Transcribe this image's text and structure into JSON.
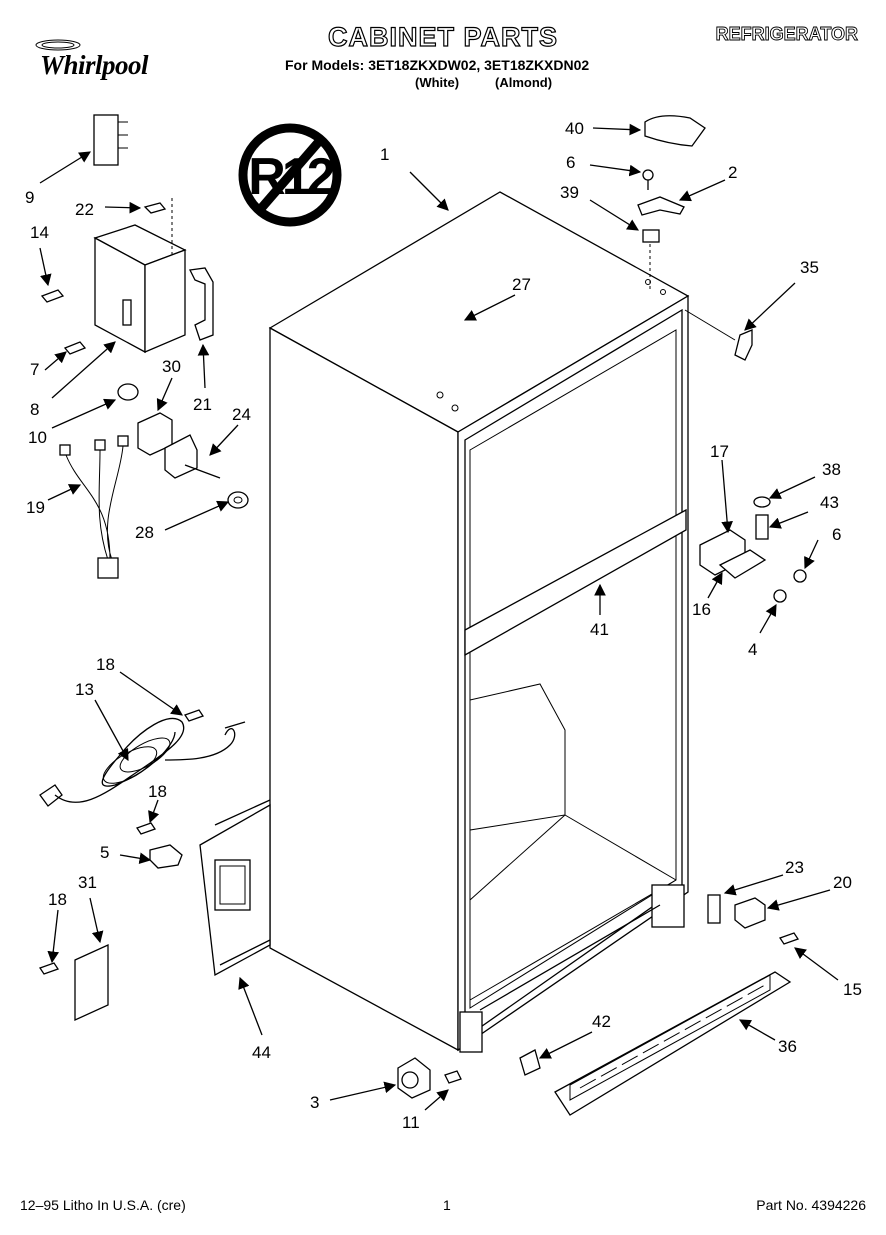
{
  "header": {
    "title": "CABINET PARTS",
    "appliance": "REFRIGERATOR",
    "models_line": "For Models: 3ET18ZKXDW02, 3ET18ZKXDN02",
    "variant_left": "(White)",
    "variant_right": "(Almond)",
    "brand": "Whirlpool"
  },
  "badge": {
    "text": "R12"
  },
  "footer": {
    "left": "12–95 Litho In U.S.A. (cre)",
    "center": "1",
    "right": "Part No. 4394226"
  },
  "callouts": [
    "1",
    "2",
    "3",
    "4",
    "5",
    "6",
    "6",
    "7",
    "8",
    "9",
    "10",
    "11",
    "13",
    "14",
    "15",
    "16",
    "17",
    "18",
    "18",
    "18",
    "19",
    "20",
    "21",
    "22",
    "23",
    "24",
    "27",
    "28",
    "30",
    "31",
    "35",
    "36",
    "38",
    "39",
    "40",
    "41",
    "42",
    "43",
    "44"
  ]
}
